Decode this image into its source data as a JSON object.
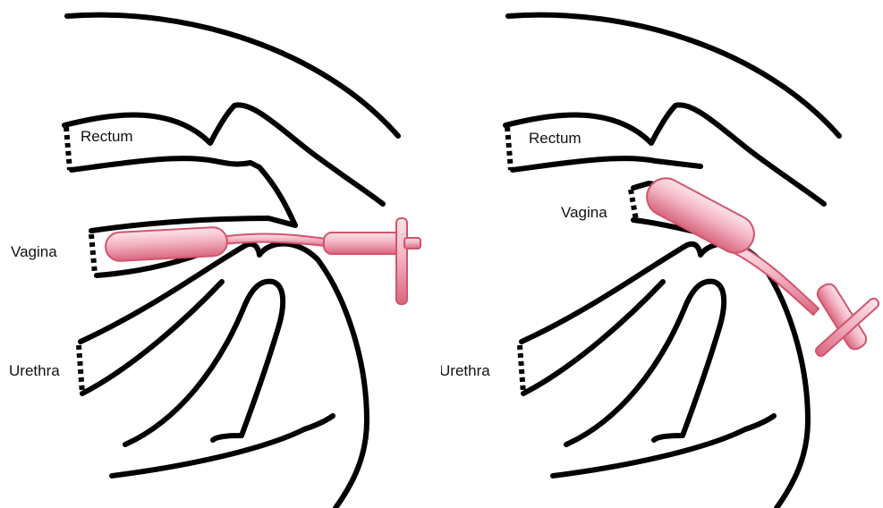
{
  "left_panel": {
    "labels": {
      "rectum": "Rectum",
      "vagina": "Vagina",
      "urethra": "Urethra"
    }
  },
  "right_panel": {
    "labels": {
      "rectum": "Rectum",
      "vagina": "Vagina",
      "urethra": "Urethra"
    }
  },
  "colors": {
    "outline": "#000000",
    "device_fill": "#f2b8c6",
    "device_stroke": "#d2546c",
    "background": "#ffffff"
  }
}
